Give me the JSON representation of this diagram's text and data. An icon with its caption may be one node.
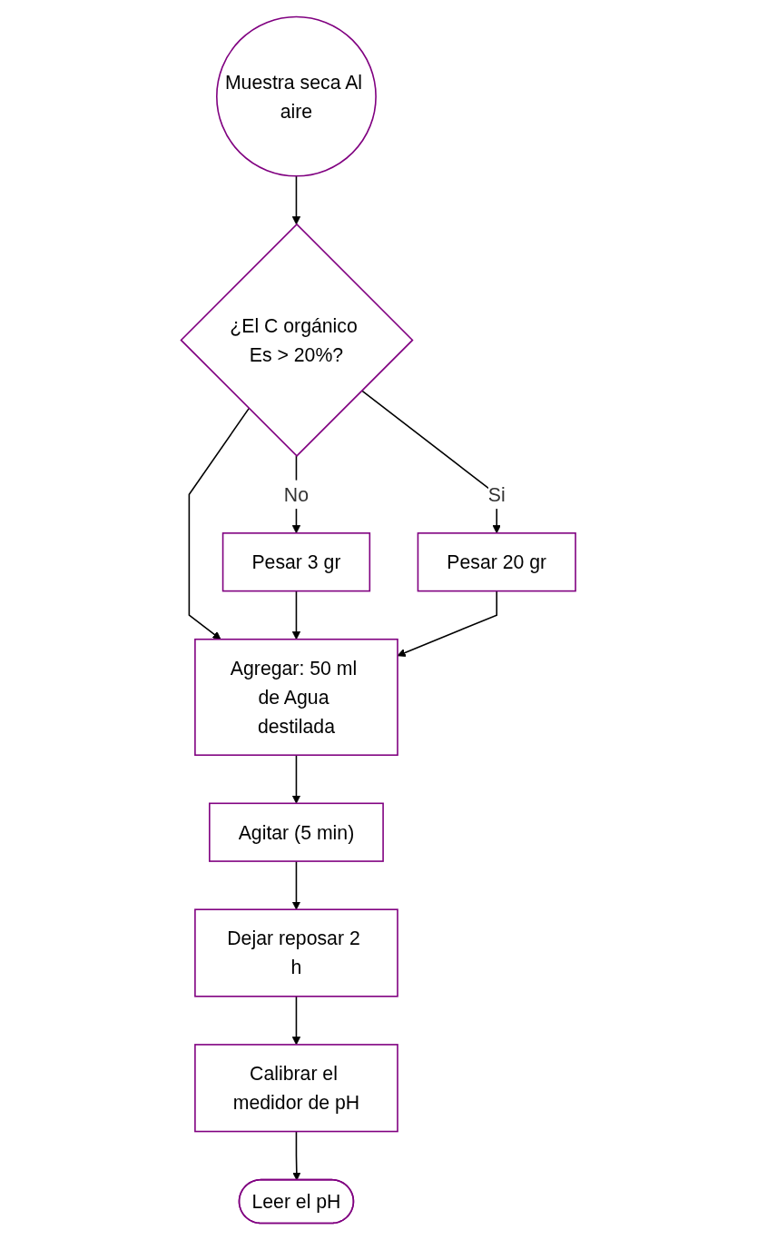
{
  "diagram": {
    "nodes": [
      {
        "text": [
          "Muestra seca Al aire"
        ]
      },
      {
        "text": [
          "¿El C orgánico Es > 20%?"
        ]
      },
      {
        "text": [
          "Pesar 3 gr"
        ]
      },
      {
        "text": [
          "Pesar 20 gr"
        ]
      },
      {
        "text": [
          "Agregar: 50 ml de Agua destilada"
        ]
      },
      {
        "text": [
          "Agitar (5 min)"
        ]
      },
      {
        "text": [
          "Dejar reposar 2 h"
        ]
      },
      {
        "text": [
          "Calibrar el medidor de pH"
        ]
      },
      {
        "text": [
          "Leer el pH"
        ]
      }
    ],
    "edges": [
      {
        "from": 0,
        "to": 1,
        "arrow": "to"
      },
      {
        "from": 1,
        "to": 2,
        "arrow": "to",
        "label": "No"
      },
      {
        "from": 1,
        "to": 3,
        "arrow": "to",
        "label": "Si"
      },
      {
        "from": 1,
        "to": 4,
        "arrow": "to"
      },
      {
        "from": 2,
        "to": 4,
        "arrow": "to"
      },
      {
        "from": 3,
        "to": 4,
        "arrow": "to"
      },
      {
        "from": 4,
        "to": 5,
        "arrow": "to"
      },
      {
        "from": 5,
        "to": 6,
        "arrow": "to"
      },
      {
        "from": 6,
        "to": 7,
        "arrow": "to"
      },
      {
        "from": 7,
        "to": 8,
        "arrow": "to"
      }
    ]
  }
}
